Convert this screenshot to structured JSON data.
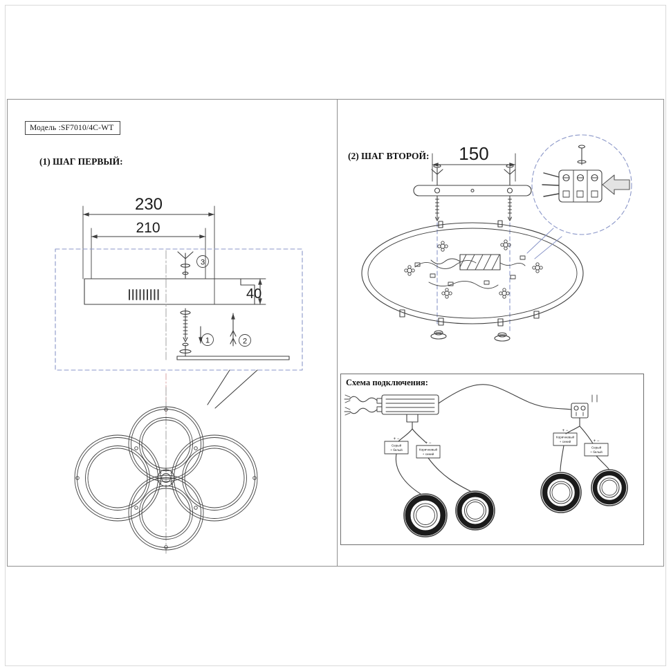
{
  "page": {
    "model_label": "Модель :SF7010/4C-WT",
    "step1_label": "(1) ШАГ ПЕРВЫЙ:",
    "step2_label": "(2) ШАГ ВТОРОЙ:"
  },
  "dimensions": {
    "dim230": "230",
    "dim210": "210",
    "dim40": "40",
    "dim150": "150"
  },
  "callouts": {
    "num1": "1",
    "num2": "2",
    "num3": "3"
  },
  "wiring": {
    "title": "Схема подключения:",
    "plus_minus": "+  −",
    "connectors": [
      {
        "l1": "Серый",
        "l2": "+ белый"
      },
      {
        "l1": "Коричневый",
        "l2": "+ синий"
      },
      {
        "l1": "Коричневый",
        "l2": "+ синий"
      },
      {
        "l1": "Серый",
        "l2": "+ белый"
      }
    ]
  },
  "colors": {
    "line": "#3f3f3f",
    "dashed_blue": "#8a96c8",
    "frame_gray": "#8f8f8f"
  }
}
